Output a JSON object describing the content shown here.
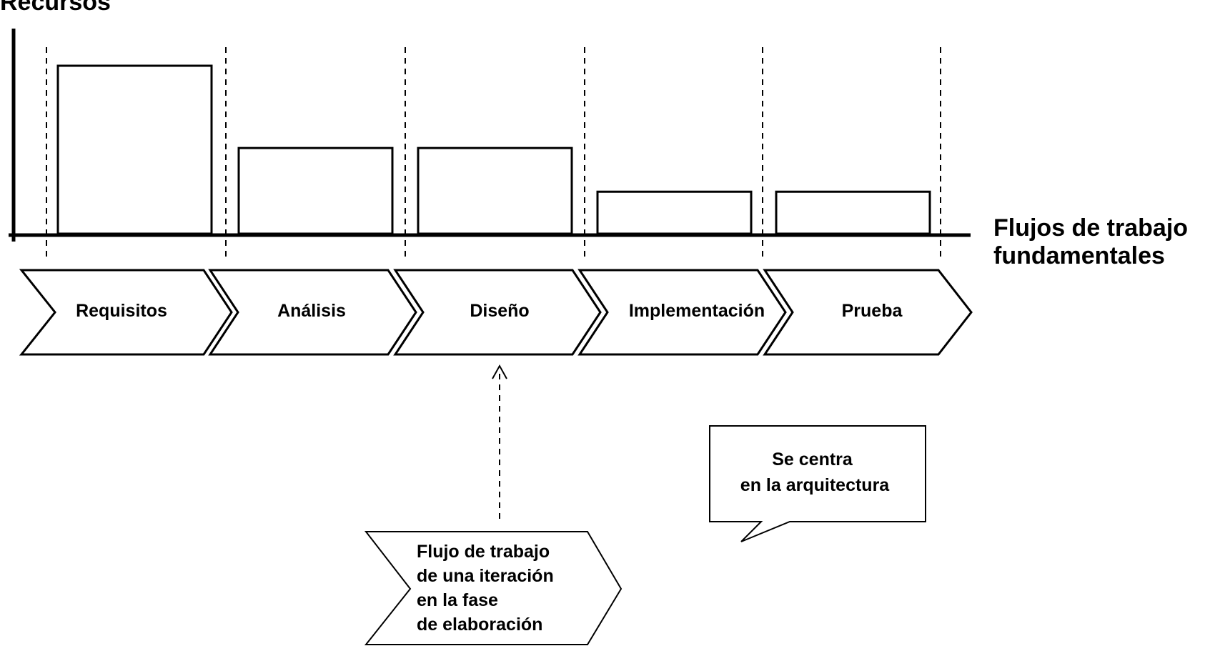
{
  "y_axis": {
    "label": "Recursos"
  },
  "x_axis": {
    "label_lines": [
      "Flujos de trabajo",
      "fundamentales"
    ]
  },
  "chart_data": {
    "type": "bar",
    "categories": [
      "Requisitos",
      "Análisis",
      "Diseño",
      "Implementación",
      "Prueba"
    ],
    "values": [
      100,
      51,
      51,
      25,
      25
    ],
    "ylim": [
      0,
      100
    ],
    "ylabel": "Recursos",
    "xlabel": "Flujos de trabajo fundamentales",
    "grid": false,
    "legend": "none"
  },
  "callout": {
    "lines": [
      "Se centra",
      "en la arquitectura"
    ]
  },
  "iteration_note": {
    "lines": [
      "Flujo de trabajo",
      "de una iteración",
      "en la fase",
      "de elaboración"
    ]
  },
  "colors": {
    "stroke": "#000000",
    "background": "#ffffff"
  }
}
